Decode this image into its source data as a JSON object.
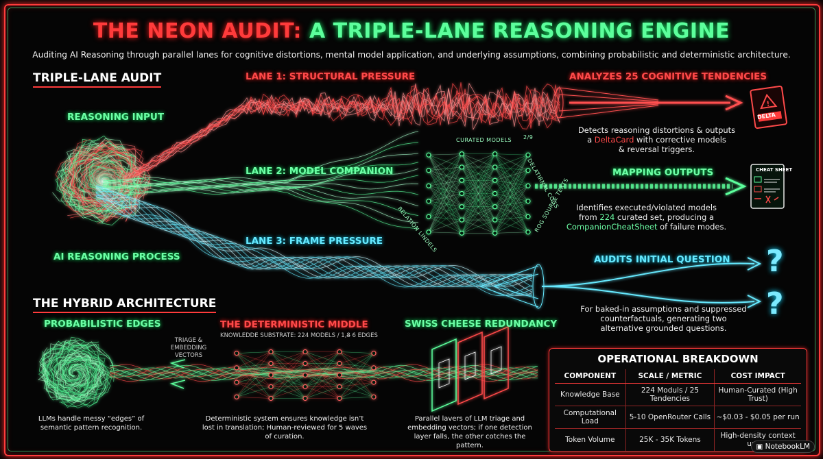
{
  "header": {
    "title_part1": "THE NEON AUDIT:",
    "title_part2": "A TRIPLE-LANE REASONING ENGINE",
    "subtitle": "Auditing AI Reasoning through parallel lanes for cognitive distortions, mental model application, and underlying assumptions, combining probabilistic and deterministic architecture."
  },
  "audit": {
    "section_title": "TRIPLE-LANE AUDIT",
    "input_label": "REASONING INPUT",
    "process_label": "AI REASONING PROCESS",
    "lane1": {
      "label": "LANE 1: STRUCTURAL PRESSURE",
      "output_label": "ANALYZES 25 COGNITIVE TENDENCIES",
      "desc_line1": "Detects reasoning distortions & outputs",
      "desc_pre": "a",
      "desc_hl": "DeltaCard",
      "desc_post": "with corrective models",
      "desc_line3": "& reversal triggers.",
      "card_text": "DELTA"
    },
    "lane2": {
      "label": "LANE 2: MODEL COMPANION",
      "output_label": "MAPPING OUTPUTS",
      "desc_line1": "Identifies executed/violated models",
      "desc_pre": "from",
      "desc_hl": "224",
      "desc_post": "curated set, producing a",
      "desc_hl2": "CompanionCheatSheet",
      "desc_post2": "of failure modes.",
      "nn_top": "CURATED MODELS",
      "nn_top_num": "2/9",
      "nn_right1": "DELATIRNAL COGS",
      "nn_right2": "ROG SOURCE TEXTS",
      "nn_left": "RELATION LINDELS",
      "sheet_text": "CHEAT SHEET"
    },
    "lane3": {
      "label": "LANE 3: FRAME PRESSURE",
      "output_label": "AUDITS INITIAL QUESTION",
      "desc": "For baked-in assumptions and suppressed counterfactuals, generating two alternative grounded questions.",
      "qmark": "?"
    }
  },
  "hybrid": {
    "section_title": "THE HYBRID ARCHITECTURE",
    "edges_label": "PROBABILISTIC EDGES",
    "triage_label": "TRIAGE & EMBEDDING VECTORS",
    "middle_label": "THE DETERMINISTIC MIDDLE",
    "substrate_label": "KNOWLEDDE SUBSTRATE: 224 MODELS / 1,8̶ 6 EDGES",
    "swiss_label": "SWISS CHEESE REDUNDANCY",
    "edges_desc": "LLMs handle messy “edges” of semantic pattern recognition.",
    "middle_desc": "Deterministic system ensures knowledge isn’t lost in translation; Human-reviewed for 5 waves of curation.",
    "swiss_desc": "Parallel lavers of LLM triage and embedding vectors; if one detection layer falls, the other cotches the pattern."
  },
  "operational": {
    "title": "OPERATIONAL BREAKDOWN",
    "columns": [
      "COMPONENT",
      "SCALE / METRIC",
      "COST IMPACT"
    ],
    "rows": [
      [
        "Knowledge Base",
        "224 Moduls / 25 Tendencies",
        "Human-Curated (High Trust)"
      ],
      [
        "Computational Load",
        "5-10 OpenRouter Calls",
        "~$0.03 - $0.05 per run"
      ],
      [
        "Token Volume",
        "25K - 35K Tokens",
        "High-density context usage"
      ]
    ]
  },
  "badge": "NotebookLM",
  "colors": {
    "red": "#ff3b3b",
    "green": "#5cff9c",
    "cyan": "#66e9ff",
    "background": "#050505"
  }
}
